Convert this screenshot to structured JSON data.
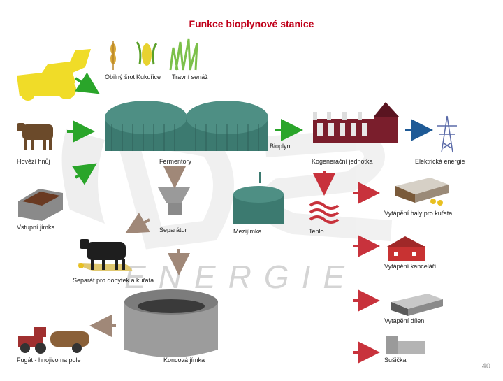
{
  "title": "Funkce bioplynové stanice",
  "watermark": {
    "brand": "BGS",
    "word": "ENERGIE"
  },
  "labels": {
    "grain": "Obilný šrot",
    "corn": "Kukuřice",
    "grass": "Travní senáž",
    "manure": "Hovězí hnůj",
    "fermenters": "Fermentory",
    "biogas": "Bioplyn",
    "chp": "Kogenerační jednotka",
    "electricity": "Elektrická energie",
    "intake_pit": "Vstupní jímka",
    "separator": "Separátor",
    "intermediate_pit": "Mezijímka",
    "heat": "Teplo",
    "hall_heating": "Vytápění haly pro kuřata",
    "separate_use": "Separát pro dobytek a kuřata",
    "office_heating": "Vytápění kanceláří",
    "workshop_heating": "Vytápění dílen",
    "final_pit": "Koncová jímka",
    "digestate": "Fugát - hnojivo na pole",
    "dryer": "Sušička"
  },
  "page_number": "40",
  "colors": {
    "title": "#c0001a",
    "green_arrow": "#2aa52a",
    "red_arrow": "#c8323c",
    "blue_arrow": "#1e5a96",
    "brown_arrow": "#a08878",
    "tank": "#3c7a70",
    "building": "#7a1e2c"
  }
}
